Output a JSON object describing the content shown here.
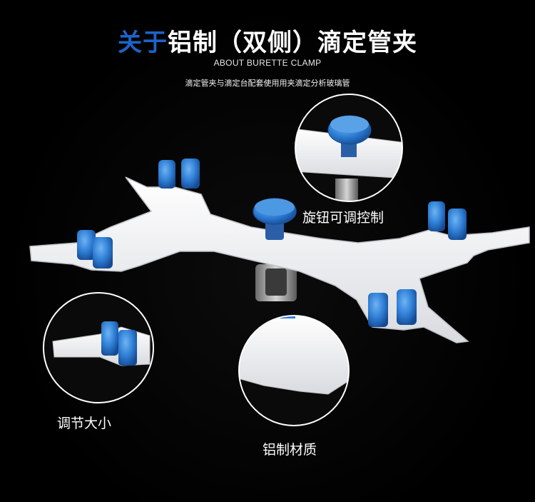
{
  "header": {
    "title_highlight": "关于",
    "title_rest": "铝制（双侧）滴定管夹",
    "subtitle_en": "ABOUT BURETTE CLAMP",
    "description": "滴定管夹与滴定台配套使用用夹滴定分析玻璃管"
  },
  "callouts": {
    "knob": "旋钮可调控制",
    "size": "调节大小",
    "material": "铝制材质"
  },
  "colors": {
    "accent_blue": "#1e63c8",
    "cap_blue": "#2f7fd6",
    "clamp_white": "#f4f4f6"
  }
}
